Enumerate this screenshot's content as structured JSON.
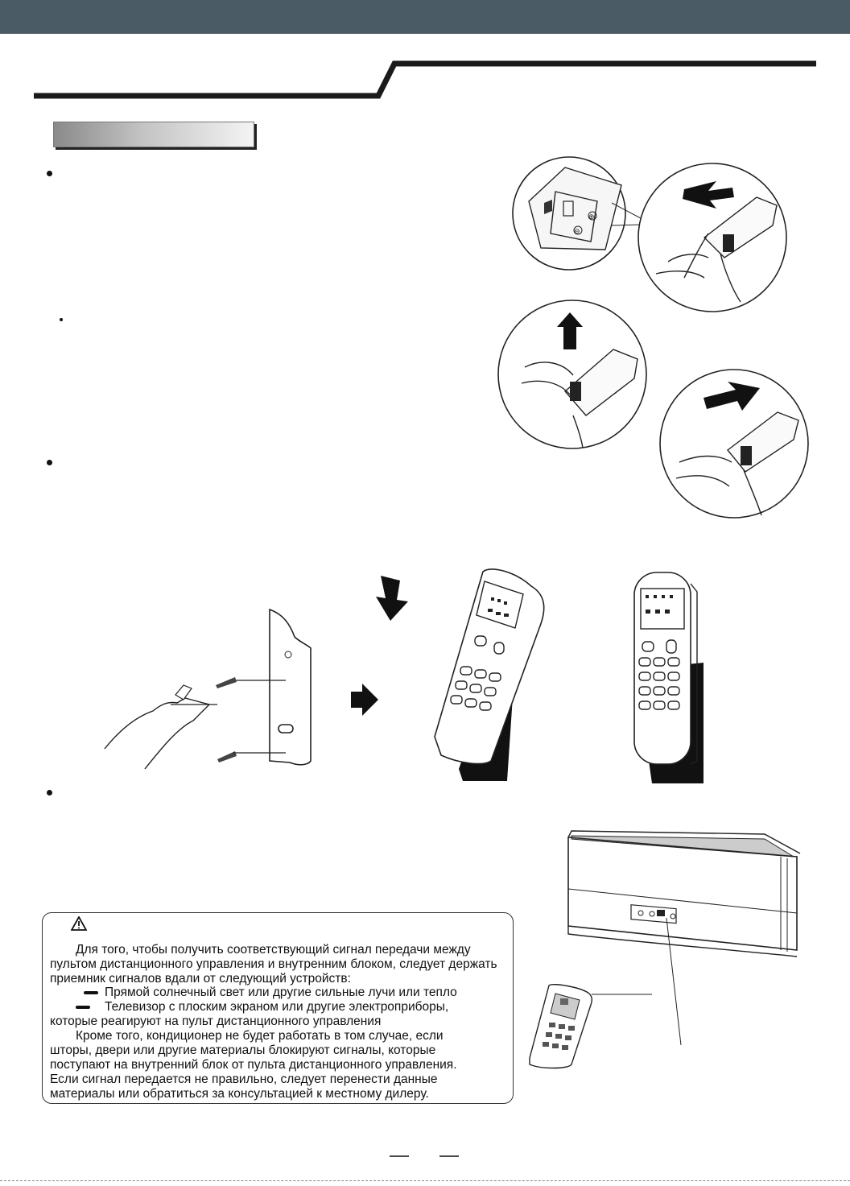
{
  "warning": {
    "icon": "warning-triangle-icon",
    "lines": [
      "Для того, чтобы получить соответствующий сигнал передачи между",
      "пультом дистанционного управления и внутренним блоком, следует держать",
      "приемник сигналов вдали от следующий устройств:",
      "Прямой солнечный свет или другие сильные лучи или тепло",
      "Телевизор с плоским экраном или другие электроприборы,",
      "которые реагируют на пульт дистанционного управления",
      "Кроме того, кондиционер не будет работать в том случае, если",
      "шторы, двери или другие материалы блокируют сигналы, которые",
      "поступают на внутренний блок от пульта дистанционного управления.",
      "Если сигнал передается не правильно, следует перенести данные",
      "материалы или обратиться за консультацией к местному дилеру."
    ]
  },
  "battery_diagram": {
    "polarity_minus": "⊖",
    "polarity_plus": "⊕"
  },
  "colors": {
    "header_bar": "#4b5b65",
    "rule": "#1a1a1a"
  }
}
